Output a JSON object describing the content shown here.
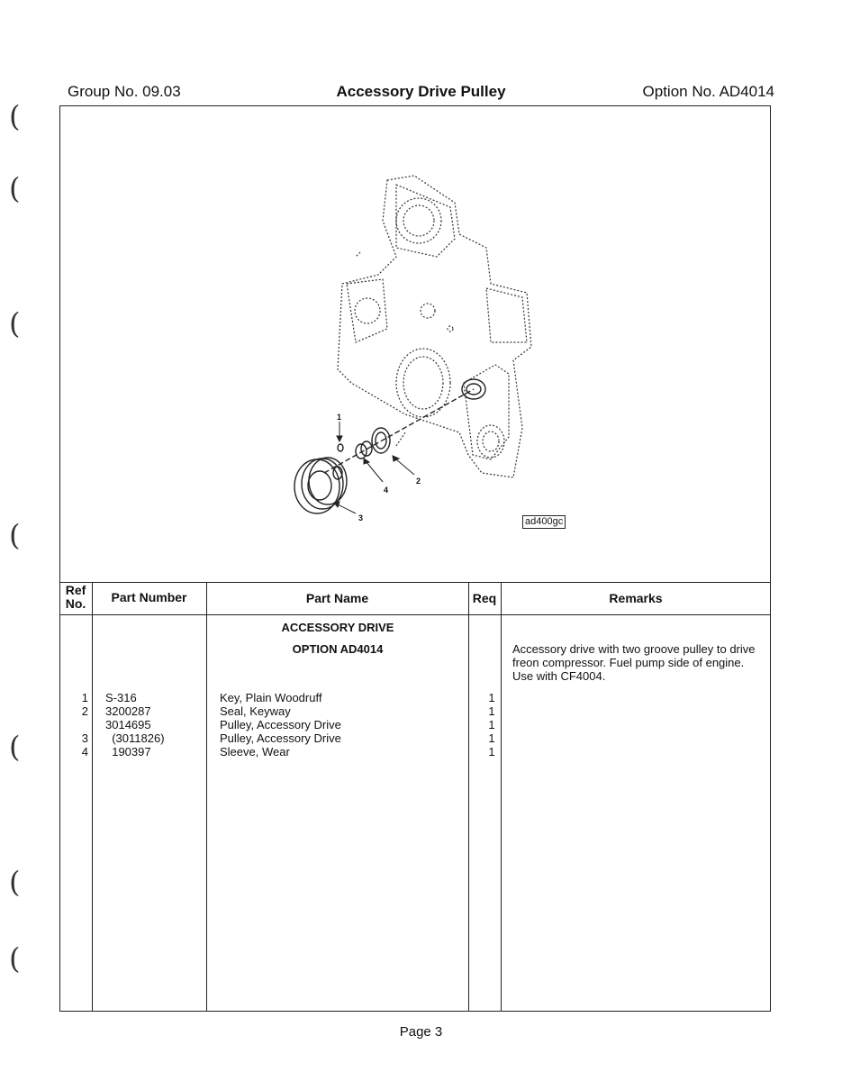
{
  "header": {
    "group": "Group No. 09.03",
    "title": "Accessory Drive Pulley",
    "option": "Option No. AD4014"
  },
  "figure": {
    "code": "ad400gc",
    "callouts": [
      "1",
      "2",
      "3",
      "4"
    ]
  },
  "table": {
    "columns": {
      "ref": "Ref\nNo.",
      "part_number": "Part Number",
      "part_name": "Part Name",
      "req": "Req",
      "remarks": "Remarks"
    },
    "section_title": "ACCESSORY DRIVE",
    "section_option": "OPTION AD4014",
    "remarks": "Accessory drive with two groove pulley to drive freon compressor. Fuel pump side of engine. Use with CF4004.",
    "rows": [
      {
        "ref": "1",
        "part_number": "S-316",
        "part_name": "Key, Plain Woodruff",
        "req": "1"
      },
      {
        "ref": "2",
        "part_number": "3200287",
        "part_name": "Seal, Keyway",
        "req": "1"
      },
      {
        "ref": "",
        "part_number": "3014695",
        "part_name": "Pulley, Accessory Drive",
        "req": "1"
      },
      {
        "ref": "3",
        "part_number": "  (3011826)",
        "part_name": "Pulley, Accessory Drive",
        "req": "1"
      },
      {
        "ref": "4",
        "part_number": "  190397",
        "part_name": "Sleeve, Wear",
        "req": "1"
      }
    ]
  },
  "footer": {
    "page": "Page 3"
  }
}
